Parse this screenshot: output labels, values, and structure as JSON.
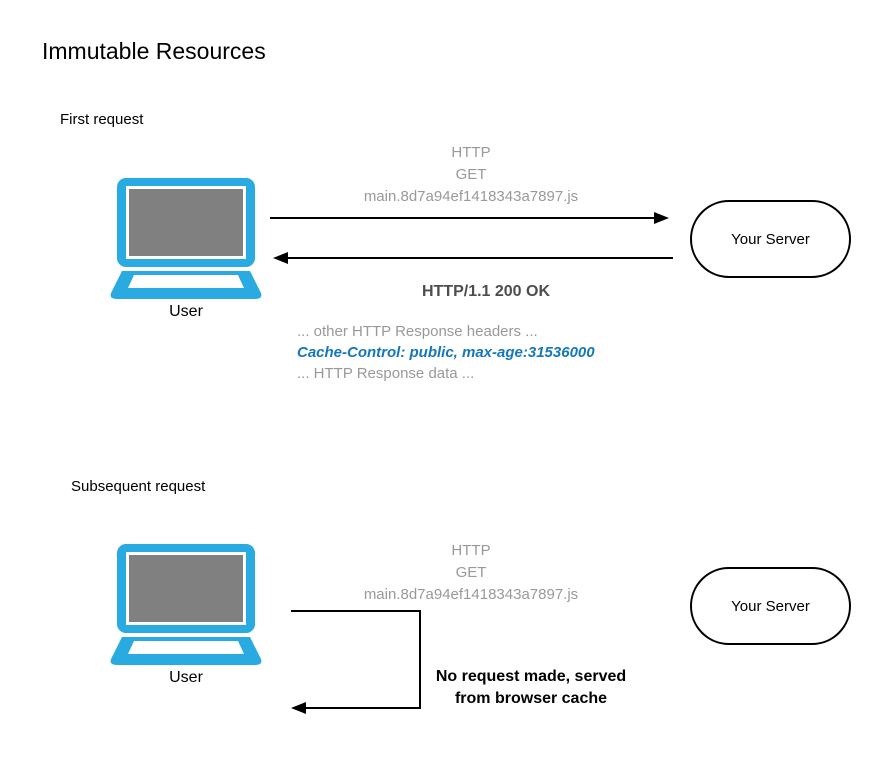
{
  "title": "Immutable Resources",
  "colors": {
    "laptop_blue": "#29ABE2",
    "screen_gray": "#808080",
    "request_text_gray": "#999999",
    "cache_control_blue": "#1577BC",
    "status_text_gray": "#4D4D4D",
    "line_black": "#000000"
  },
  "icons": {
    "user_device": "laptop-icon",
    "arrow_right": "solid-right-arrow",
    "arrow_left": "solid-left-arrow",
    "arrow_bent": "bent-return-arrow"
  },
  "first": {
    "label": "First request",
    "user_label": "User",
    "request_lines": [
      "HTTP",
      "GET",
      "main.8d7a94ef1418343a7897.js"
    ],
    "server_label": "Your Server",
    "status": "HTTP/1.1 200 OK",
    "response": {
      "headers_before": "... other HTTP Response headers ...",
      "cache_control": "Cache-Control: public, max-age:31536000",
      "data_after": "... HTTP Response data ..."
    }
  },
  "subsequent": {
    "label": "Subsequent request",
    "user_label": "User",
    "request_lines": [
      "HTTP",
      "GET",
      "main.8d7a94ef1418343a7897.js"
    ],
    "server_label": "Your Server",
    "note_line1": "No request made, served",
    "note_line2": "from browser cache"
  }
}
